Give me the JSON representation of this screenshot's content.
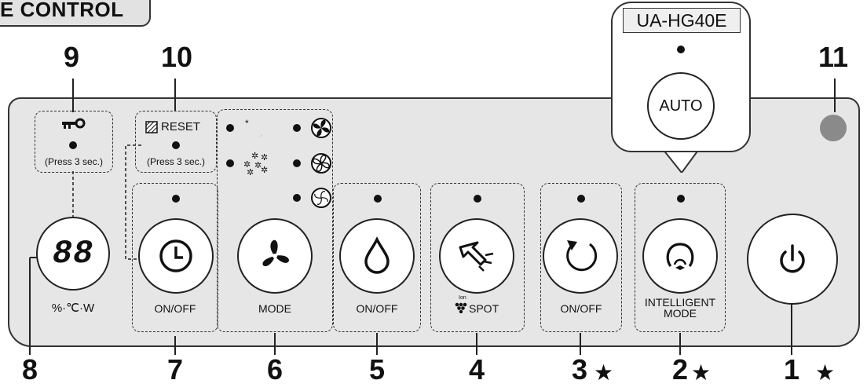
{
  "header": {
    "title": "E CONTROL"
  },
  "callout": {
    "model": "UA-HG40E",
    "auto_label": "AUTO"
  },
  "labels": {
    "reset": "RESET",
    "press_3_sec_a": "(Press 3 sec.)",
    "press_3_sec_b": "(Press 3 sec.)",
    "display_units": "%·℃·W",
    "display_digits": "88",
    "timer_onoff": "ON/OFF",
    "mode": "MODE",
    "humidify_onoff": "ON/OFF",
    "spot": "SPOT",
    "ion": "Ion",
    "louver_onoff": "ON/OFF",
    "intelligent_line1": "INTELLIGENT",
    "intelligent_line2": "MODE"
  },
  "numbers": {
    "n1": "1",
    "n2": "2",
    "n3": "3",
    "n4": "4",
    "n5": "5",
    "n6": "6",
    "n7": "7",
    "n8": "8",
    "n9": "9",
    "n10": "10",
    "n11": "11"
  },
  "stars": {
    "s1": "★",
    "s2": "★",
    "s3": "★"
  },
  "icons": {
    "child_lock": "key-icon",
    "reset": "filter-reset-icon",
    "sleep": "moon-star-icon",
    "pollen": "pollen-icon",
    "fan_high": "fan-high-icon",
    "fan_mid": "fan-mid-icon",
    "fan_low": "fan-low-icon",
    "display": "digital-display-icon",
    "timer": "clock-icon",
    "mode": "fan-mode-icon",
    "humidify": "water-drop-icon",
    "spot": "spot-arrow-icon",
    "louver": "rotate-icon",
    "intelligent": "person-icon",
    "power": "power-icon"
  }
}
